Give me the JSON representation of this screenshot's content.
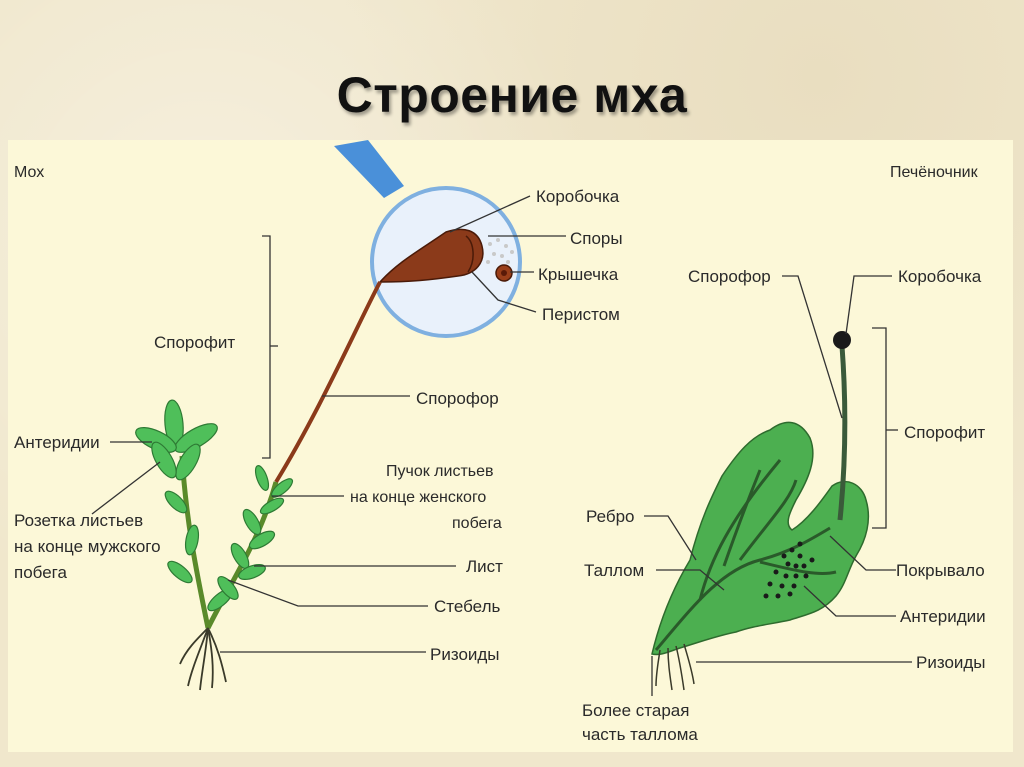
{
  "title": "Строение мха",
  "moss": {
    "heading": "Мох",
    "labels": {
      "capsule": "Коробочка",
      "spores": "Споры",
      "lid": "Крышечка",
      "peristome": "Перистом",
      "sporophyte": "Спорофит",
      "sporophore": "Спорофор",
      "antheridia": "Антеридии",
      "female_tuft_1": "Пучок листьев",
      "female_tuft_2": "на конце женского",
      "female_tuft_3": "побега",
      "male_rosette_1": "Розетка листьев",
      "male_rosette_2": "на конце мужского",
      "male_rosette_3": "побега",
      "leaf": "Лист",
      "stem": "Стебель",
      "rhizoids": "Ризоиды"
    }
  },
  "liverwort": {
    "heading": "Печёночник",
    "labels": {
      "sporophore": "Спорофор",
      "capsule": "Коробочка",
      "sporophyte": "Спорофит",
      "rib": "Ребро",
      "thallus": "Таллом",
      "cover": "Покрывало",
      "antheridia": "Антеридии",
      "rhizoids": "Ризоиды",
      "older_1": "Более старая",
      "older_2": "часть таллома"
    }
  }
}
